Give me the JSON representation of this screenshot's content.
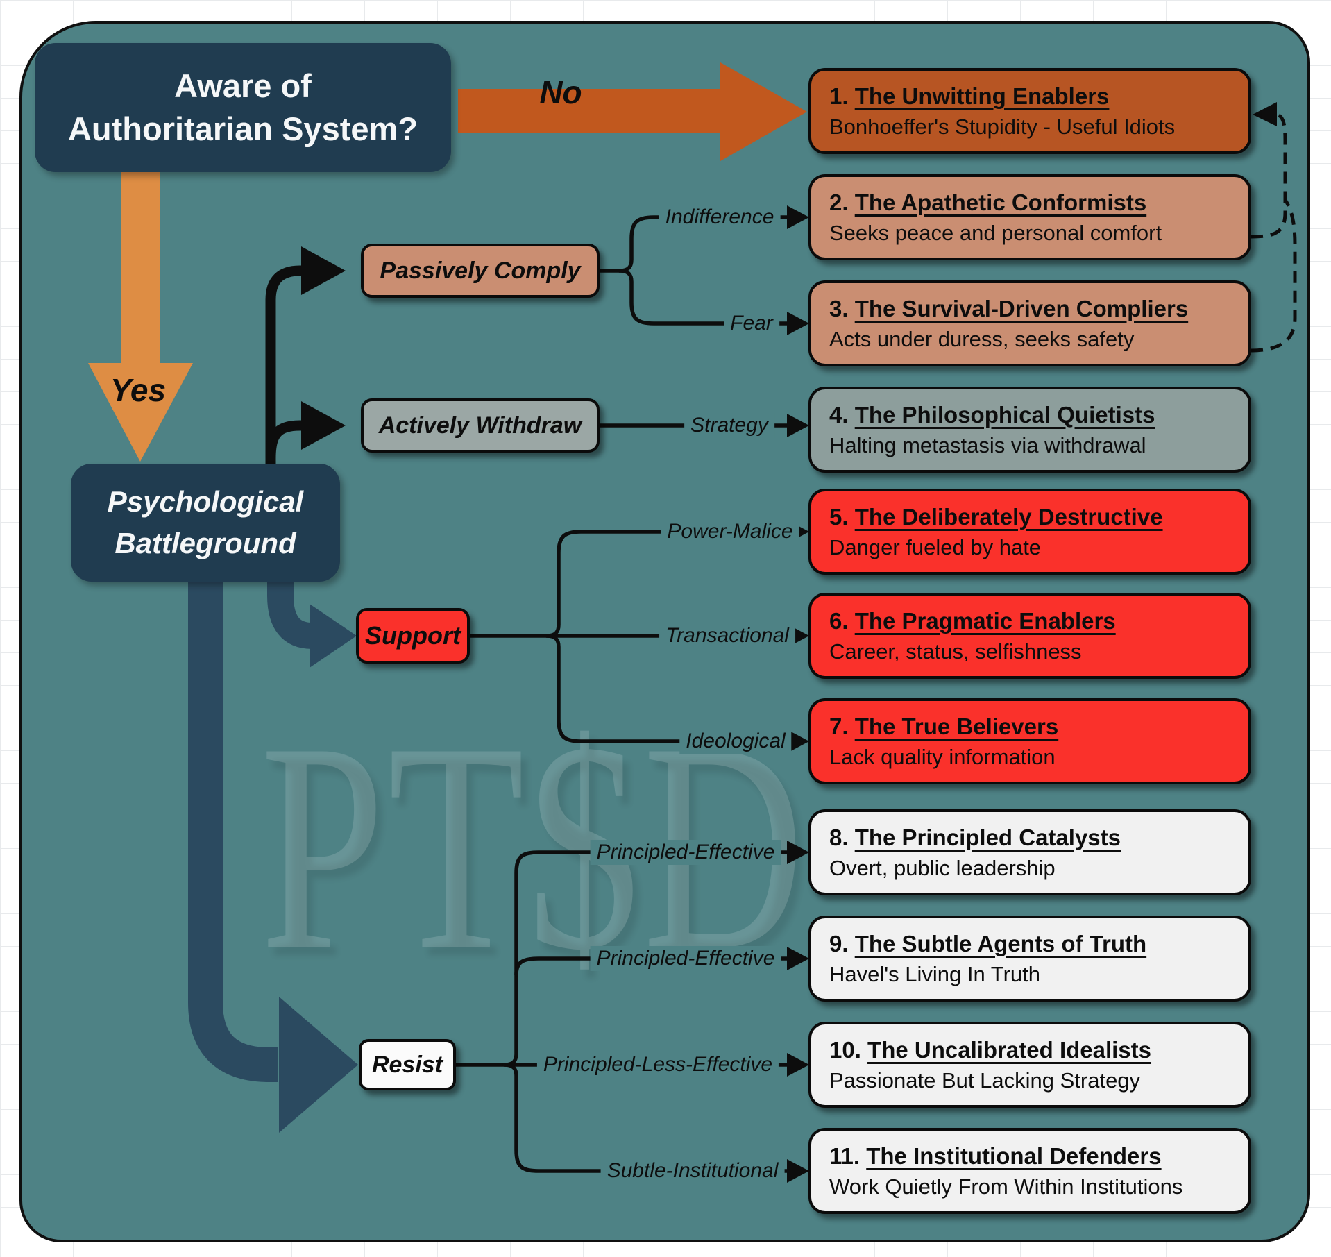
{
  "watermark": "PT$D",
  "decision": {
    "line1": "Aware of",
    "line2": "Authoritarian System?"
  },
  "battleground": {
    "line1": "Psychological",
    "line2": "Battleground"
  },
  "flow": {
    "no": "No",
    "yes": "Yes"
  },
  "branches": {
    "comply": "Passively Comply",
    "withdraw": "Actively Withdraw",
    "support": "Support",
    "resist": "Resist"
  },
  "edges": {
    "indifference": "Indifference",
    "fear": "Fear",
    "strategy": "Strategy",
    "power_malice": "Power-Malice",
    "transactional": "Transactional",
    "ideological": "Ideological",
    "principled_effective_1": "Principled-Effective",
    "principled_effective_2": "Principled-Effective",
    "principled_less_effective": "Principled-Less-Effective",
    "subtle_institutional": "Subtle-Institutional"
  },
  "outcomes": [
    {
      "num": "1.",
      "name": "The Unwitting Enablers",
      "desc": "Bonhoeffer's Stupidity - Useful Idiots"
    },
    {
      "num": "2.",
      "name": "The Apathetic Conformists",
      "desc": "Seeks peace and personal comfort"
    },
    {
      "num": "3.",
      "name": "The Survival-Driven Compliers",
      "desc": "Acts under duress, seeks safety"
    },
    {
      "num": "4.",
      "name": "The Philosophical Quietists",
      "desc": "Halting metastasis via withdrawal"
    },
    {
      "num": "5.",
      "name": "The Deliberately Destructive",
      "desc": "Danger fueled by hate"
    },
    {
      "num": "6.",
      "name": "The Pragmatic Enablers",
      "desc": "Career, status, selfishness"
    },
    {
      "num": "7.",
      "name": "The True Believers",
      "desc": "Lack quality information"
    },
    {
      "num": "8.",
      "name": "The Principled Catalysts",
      "desc": "Overt, public leadership"
    },
    {
      "num": "9.",
      "name": "The Subtle Agents of Truth",
      "desc": "Havel's Living In Truth"
    },
    {
      "num": "10.",
      "name": "The Uncalibrated Idealists",
      "desc": "Passionate But Lacking Strategy"
    },
    {
      "num": "11.",
      "name": "The Institutional Defenders",
      "desc": "Work Quietly From Within Institutions"
    }
  ],
  "colors": {
    "panel_teal": "#4E8285",
    "navy_box": "#203C50",
    "navy_connector": "#2B4A60",
    "orange_no": "#C1581E",
    "orange_box": "#B75523",
    "orange_yes": "#DE8D44",
    "tan": "#CA8E72",
    "gray_branch": "#9BA7A5",
    "gray_box": "#8D9E9C",
    "red": "#FA312B",
    "white_box": "#F1F1F1",
    "line_black": "#0D0D0D"
  }
}
